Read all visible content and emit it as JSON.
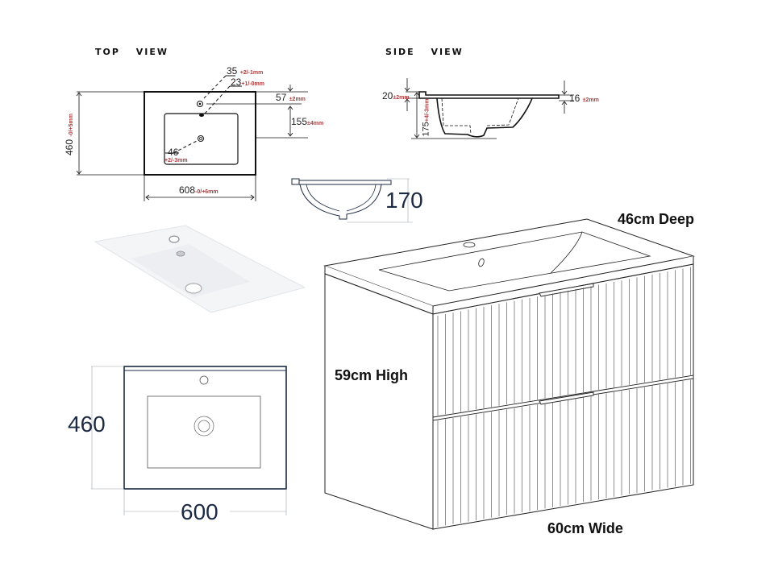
{
  "top_view": {
    "title": "TOP VIEW",
    "dims": {
      "tap_hole": {
        "value": "35",
        "tol": "+2/-1mm"
      },
      "overflow": {
        "value": "23",
        "tol": "+1/-0mm"
      },
      "edge_to_tap": {
        "value": "57",
        "tol": "±2mm"
      },
      "tap_to_bowl": {
        "value": "155",
        "tol": "±4mm"
      },
      "waste": {
        "value": "46",
        "tol": "+2/-3mm"
      },
      "depth": {
        "value": "460",
        "tol": "-0/+5mm"
      },
      "width": {
        "value": "608",
        "tol": "-0/+6mm"
      }
    }
  },
  "side_view": {
    "title": "SIDE VIEW",
    "dims": {
      "rim_back": {
        "value": "20",
        "tol": "±2mm"
      },
      "rim_front": {
        "value": "16",
        "tol": "±2mm"
      },
      "height": {
        "value": "175",
        "tol": "+4/-3mm"
      }
    }
  },
  "profile": {
    "height": "170"
  },
  "plan": {
    "depth": "460",
    "width": "600"
  },
  "cabinet": {
    "deep_label": "46cm Deep",
    "high_label": "59cm High",
    "wide_label": "60cm Wide",
    "drawers": 2
  },
  "colors": {
    "line": "#111111",
    "tolerance": "#b03a3a",
    "plan_dim": "#1c2a44",
    "guide": "#9aa3ad"
  }
}
